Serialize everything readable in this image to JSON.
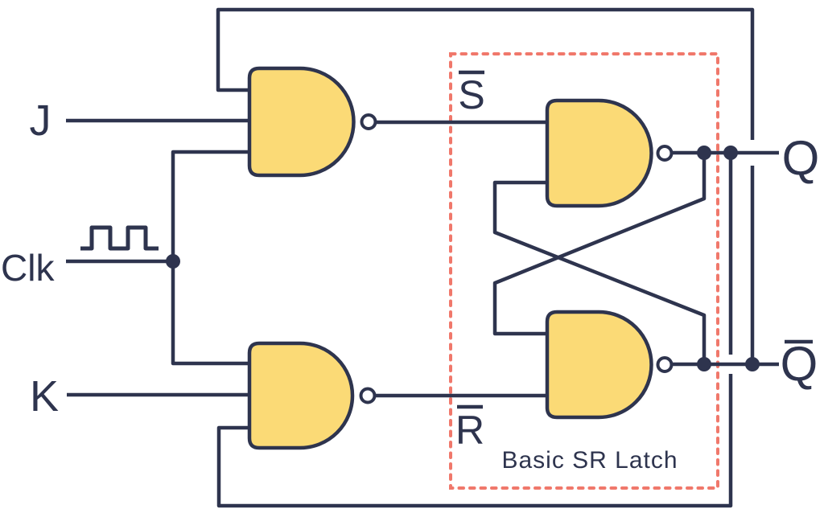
{
  "figure": {
    "caption": "Basic SR Latch"
  },
  "labels": {
    "input_j": "J",
    "input_clk": "Clk",
    "input_k": "K",
    "set_internal": "S",
    "set_internal_has_overbar": true,
    "set_internal_unicode": "S̄",
    "reset_internal": "R",
    "reset_internal_has_overbar": true,
    "reset_internal_unicode": "R̄",
    "output_q": "Q",
    "output_q_complement": "Q",
    "output_q_complement_has_overbar": true,
    "output_q_complement_unicode": "Q̄"
  },
  "colors": {
    "background": "#ffffff",
    "wire": "#2e344e",
    "text": "#2e344e",
    "gate_fill": "#fbda76",
    "gate_stroke": "#2e344e",
    "bubble_fill": "#ffffff",
    "junction_dot": "#2e344e",
    "latch_box_dashed": "#f0786b"
  },
  "circuit": {
    "gate_count": 4,
    "gate_type": "NAND (AND shape with inversion bubble)",
    "junction_dot_count": 5,
    "has_clock_waveform_icon": true,
    "latch_region_outlined_dashed": true
  }
}
